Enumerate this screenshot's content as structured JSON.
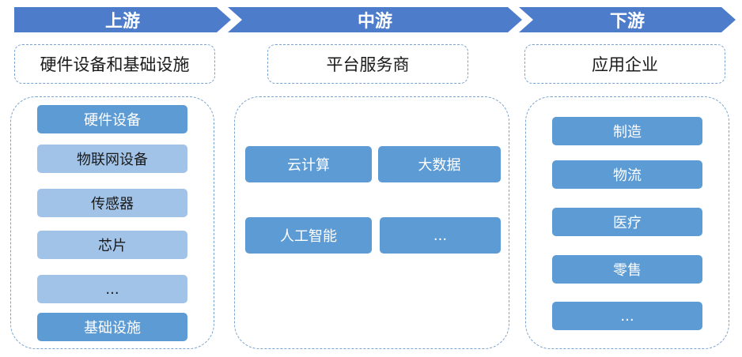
{
  "stages": {
    "up": "上游",
    "mid": "中游",
    "down": "下游"
  },
  "categories": {
    "up": "硬件设备和基础设施",
    "mid": "平台服务商",
    "down": "应用企业"
  },
  "upstream_items": [
    "硬件设备",
    "物联网设备",
    "传感器",
    "芯片",
    "...",
    "基础设施"
  ],
  "midstream_items": [
    "云计算",
    "大数据",
    "人工智能",
    "..."
  ],
  "downstream_items": [
    "制造",
    "物流",
    "医疗",
    "零售",
    "..."
  ],
  "colors": {
    "chevron": "#4d7ccb",
    "box_dark": "#5d9bd5",
    "box_light": "#a2c3e8",
    "dashed_border": "#7aa3cf"
  }
}
